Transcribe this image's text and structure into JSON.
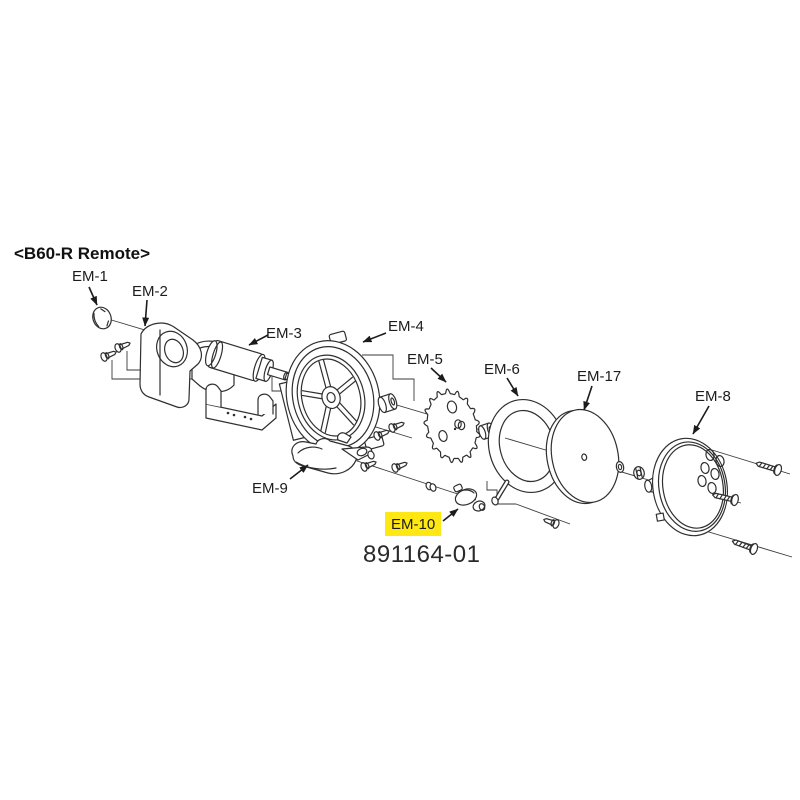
{
  "title": "<B60-R Remote>",
  "part_number": "891164-01",
  "labels": {
    "em1": {
      "text": "EM-1"
    },
    "em2": {
      "text": "EM-2"
    },
    "em3": {
      "text": "EM-3"
    },
    "em4": {
      "text": "EM-4"
    },
    "em5": {
      "text": "EM-5"
    },
    "em6": {
      "text": "EM-6"
    },
    "em17": {
      "text": "EM-17"
    },
    "em8": {
      "text": "EM-8"
    },
    "em9": {
      "text": "EM-9"
    },
    "em10": {
      "text": "EM-10"
    }
  },
  "highlight": {
    "selected_label": "EM-10"
  },
  "colors": {
    "background": "#ffffff",
    "line": "#2f2f2f",
    "text": "#1c1c1c",
    "highlight": "#ffe713"
  }
}
